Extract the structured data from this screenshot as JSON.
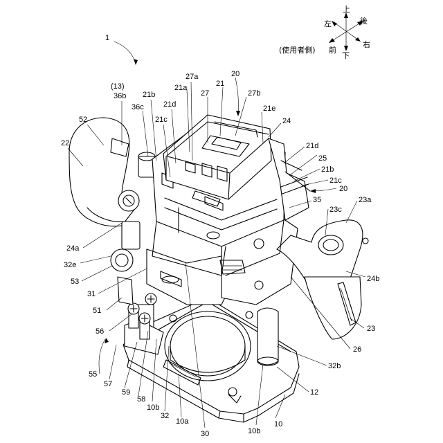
{
  "compass": {
    "up": "上",
    "back": "後",
    "left": "左",
    "right": "右",
    "down": "下",
    "front": "前",
    "user_side": "(使用者側)"
  },
  "labels": {
    "l1": "1",
    "l13": "(13)",
    "l36b": "36b",
    "l52": "52",
    "l22": "22",
    "l21b_top": "21b",
    "l36c": "36c",
    "l21a": "21a",
    "l27a": "27a",
    "l27": "27",
    "l21_top": "21",
    "l20_top": "20",
    "l27b": "27b",
    "l21d_top": "21d",
    "l21c_top": "21c",
    "l21e": "21e",
    "l24": "24",
    "l21d_right": "21d",
    "l25": "25",
    "l21b_right": "21b",
    "l21c_right": "21c",
    "l20_right": "20",
    "l35": "35",
    "l23a": "23a",
    "l23c": "23c",
    "l24a": "24a",
    "l32e": "32e",
    "l53": "53",
    "l31": "31",
    "l51": "51",
    "l24b": "24b",
    "l56": "56",
    "l23": "23",
    "l26": "26",
    "l55": "55",
    "l32b": "32b",
    "l57": "57",
    "l59": "59",
    "l58": "58",
    "l10b_left": "10b",
    "l32": "32",
    "l10a": "10a",
    "l12": "12",
    "l30": "30",
    "l10b_bottom": "10b",
    "l10": "10"
  }
}
